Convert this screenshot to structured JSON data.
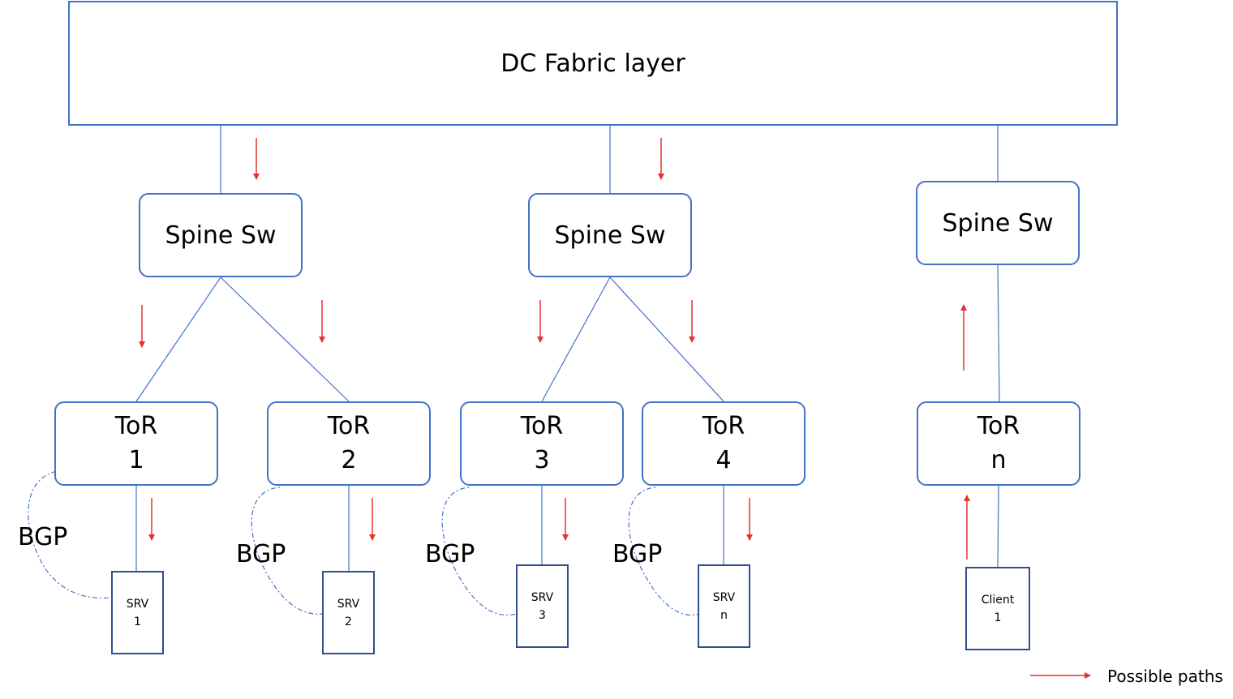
{
  "fabric": {
    "label": "DC Fabric layer"
  },
  "spines": [
    {
      "label": "Spine Sw"
    },
    {
      "label": "Spine Sw"
    },
    {
      "label": "Spine Sw"
    }
  ],
  "tors": [
    {
      "line1": "ToR",
      "line2": "1"
    },
    {
      "line1": "ToR",
      "line2": "2"
    },
    {
      "line1": "ToR",
      "line2": "3"
    },
    {
      "line1": "ToR",
      "line2": "4"
    },
    {
      "line1": "ToR",
      "line2": "n"
    }
  ],
  "hosts": [
    {
      "line1": "SRV",
      "line2": "1"
    },
    {
      "line1": "SRV",
      "line2": "2"
    },
    {
      "line1": "SRV",
      "line2": "3"
    },
    {
      "line1": "SRV",
      "line2": "n"
    },
    {
      "line1": "Client",
      "line2": "1"
    }
  ],
  "bgp_labels": [
    "BGP",
    "BGP",
    "BGP",
    "BGP"
  ],
  "legend": {
    "label": "Possible paths"
  },
  "colors": {
    "box_border": "#4472c4",
    "arrow": "#e5322d",
    "bgp_curve": "#4472c4"
  }
}
